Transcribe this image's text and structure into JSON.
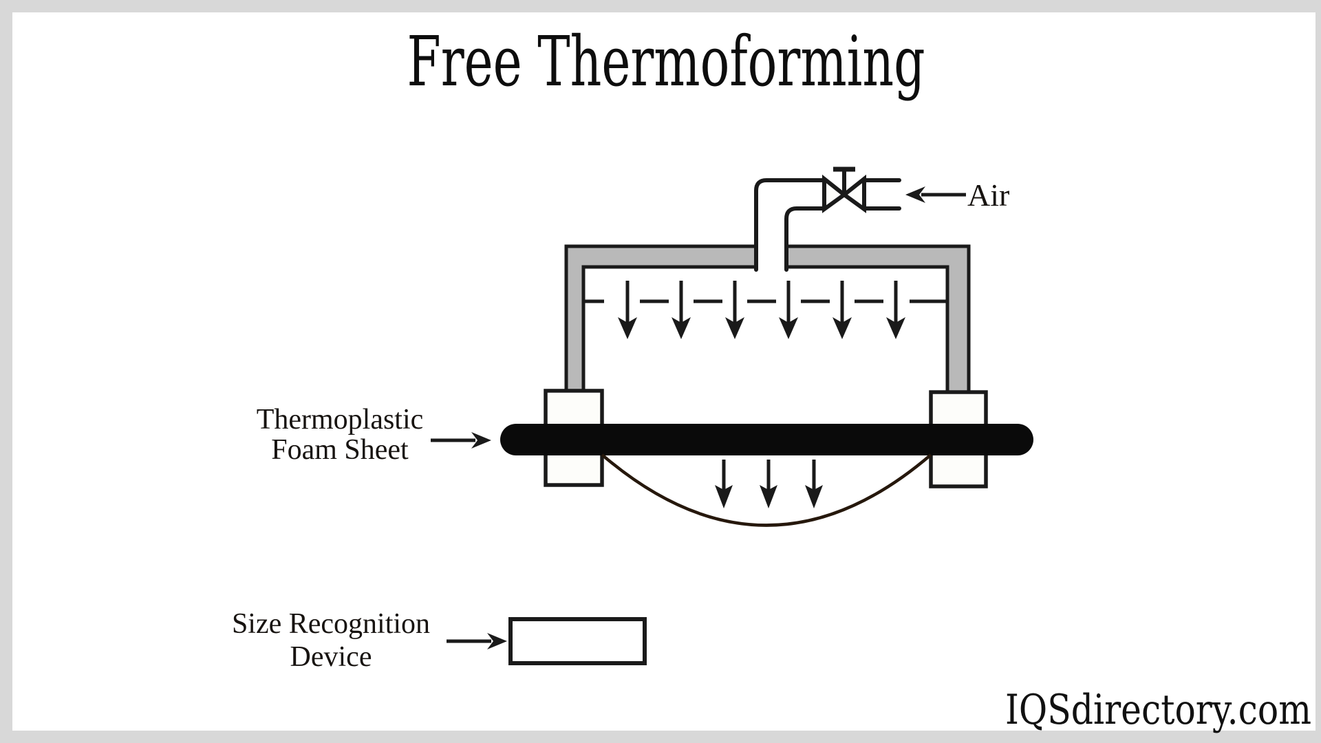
{
  "title": "Free Thermoforming",
  "watermark": "IQSdirectory.com",
  "labels": {
    "air": "Air",
    "foam_sheet_line1": "Thermoplastic",
    "foam_sheet_line2": "Foam Sheet",
    "size_device_line1": "Size Recognition",
    "size_device_line2": "Device"
  },
  "colors": {
    "background": "#d8d8d8",
    "canvas": "#ffffff",
    "chamber_gray": "#b9b9b9",
    "line": "#1a1a1a",
    "sheet_black": "#0a0a0a",
    "curve": "#26180c"
  }
}
